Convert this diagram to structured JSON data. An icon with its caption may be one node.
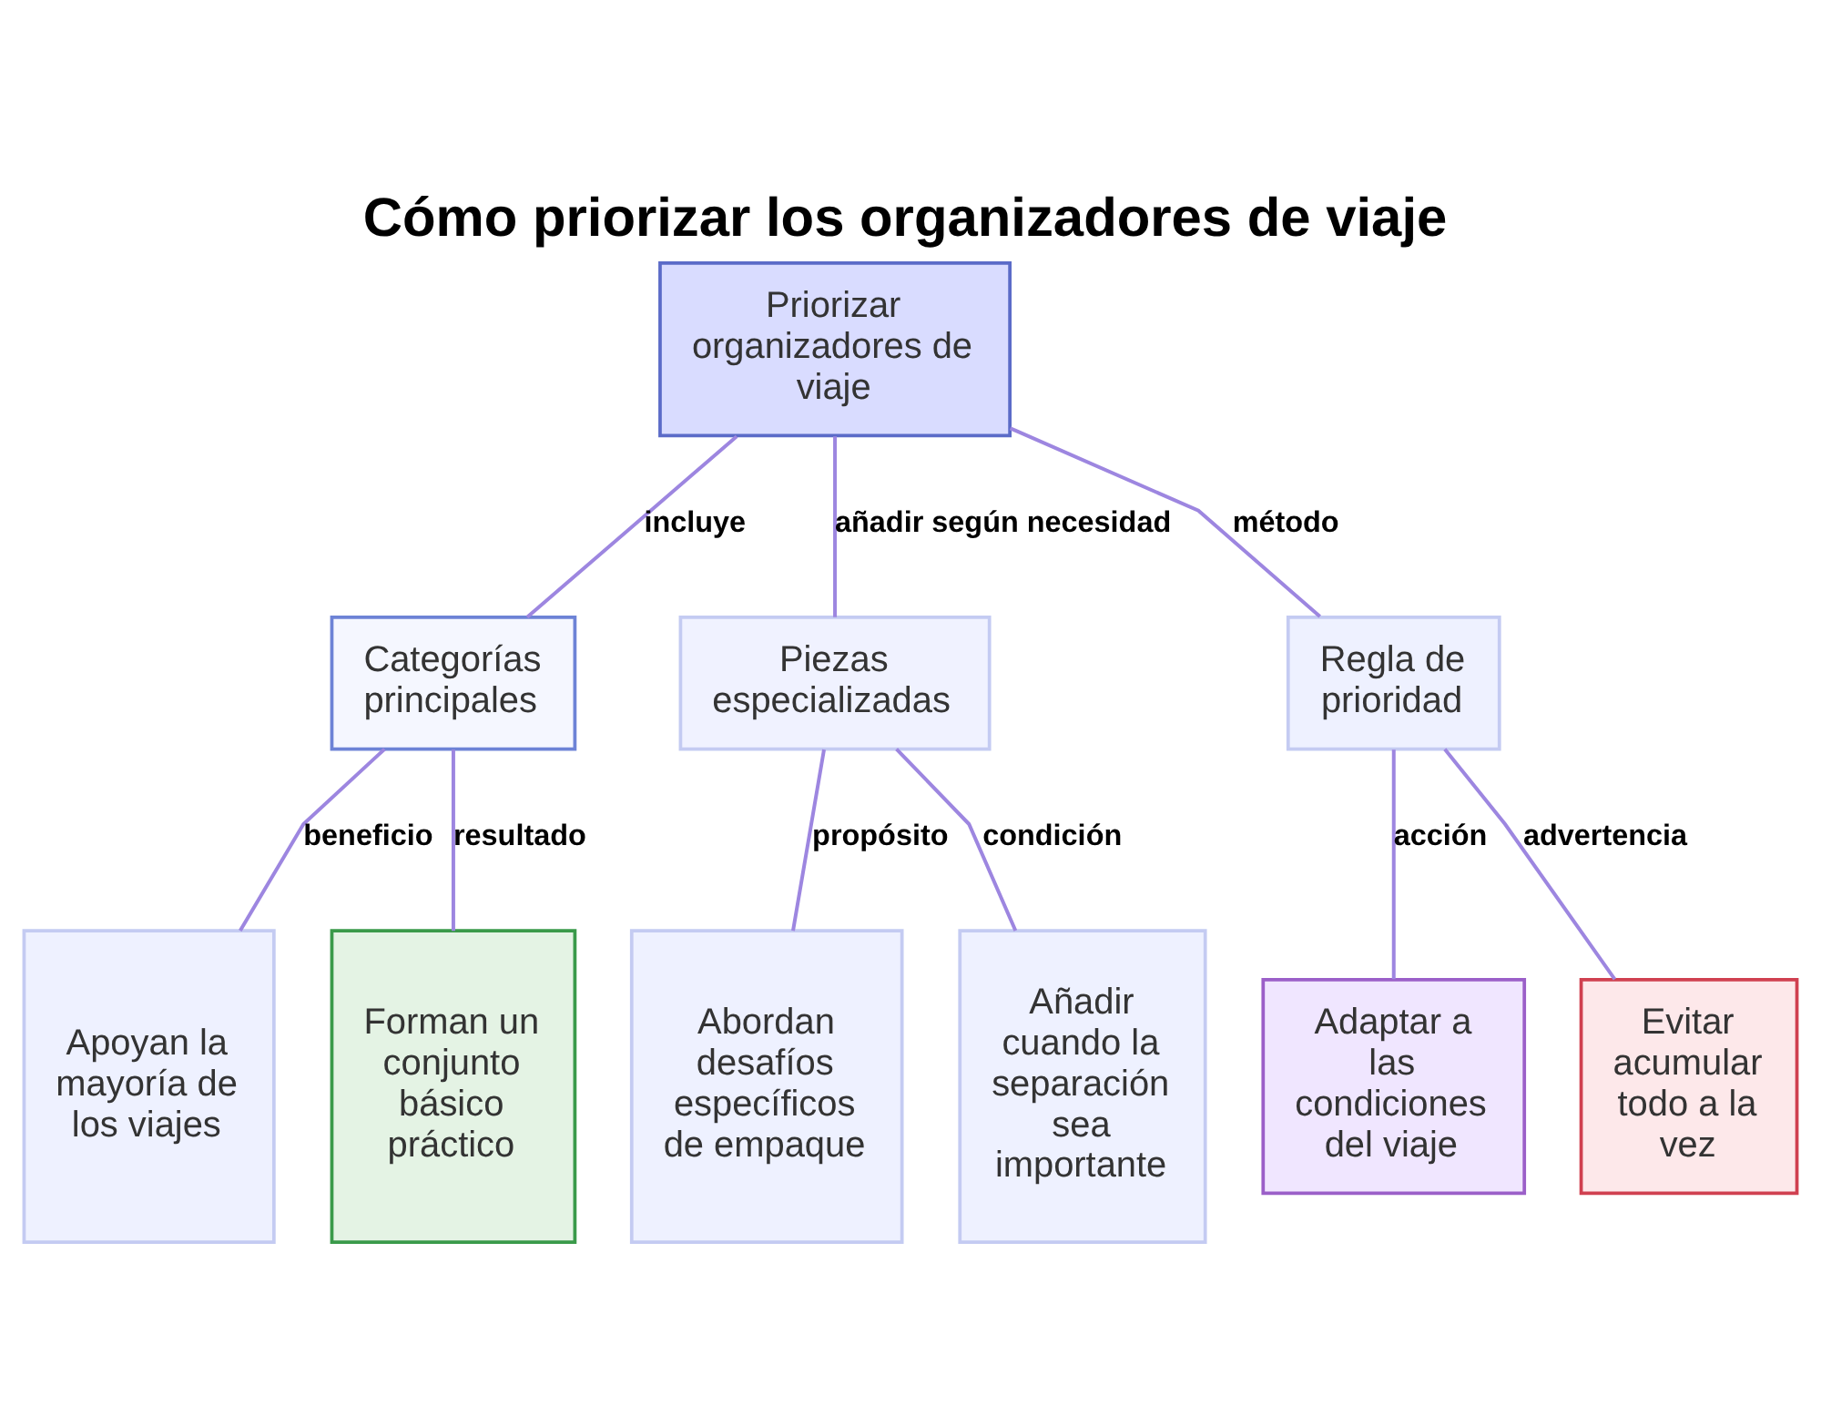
{
  "diagram": {
    "title": "Cómo priorizar los organizadores de viaje",
    "nodes": [
      {
        "text": [
          "Priorizar organizadores de viaje"
        ]
      },
      {
        "text": [
          "Categorías principales"
        ]
      },
      {
        "text": [
          "Piezas especializadas"
        ]
      },
      {
        "text": [
          "Regla de prioridad"
        ]
      },
      {
        "text": [
          "Apoyan la mayoría de los viajes"
        ]
      },
      {
        "text": [
          "Forman un conjunto básico práctico"
        ]
      },
      {
        "text": [
          "Abordan desafíos específicos de empaque"
        ]
      },
      {
        "text": [
          "Añadir cuando la separación sea importante"
        ]
      },
      {
        "text": [
          "Adaptar a las condiciones del viaje"
        ]
      },
      {
        "text": [
          "Evitar acumular todo a la vez"
        ]
      }
    ],
    "edges": [
      {
        "from": 0,
        "to": 1,
        "arrow": "none",
        "label": "incluye"
      },
      {
        "from": 0,
        "to": 2,
        "arrow": "none",
        "label": "añadir según necesidad"
      },
      {
        "from": 0,
        "to": 3,
        "arrow": "none",
        "label": "método"
      },
      {
        "from": 1,
        "to": 4,
        "arrow": "none",
        "label": "beneficio"
      },
      {
        "from": 1,
        "to": 5,
        "arrow": "none",
        "label": "resultado"
      },
      {
        "from": 2,
        "to": 6,
        "arrow": "none",
        "label": "propósito"
      },
      {
        "from": 2,
        "to": 7,
        "arrow": "none",
        "label": "condición"
      },
      {
        "from": 3,
        "to": 8,
        "arrow": "none",
        "label": "acción"
      },
      {
        "from": 3,
        "to": 9,
        "arrow": "none",
        "label": "advertencia"
      }
    ]
  }
}
